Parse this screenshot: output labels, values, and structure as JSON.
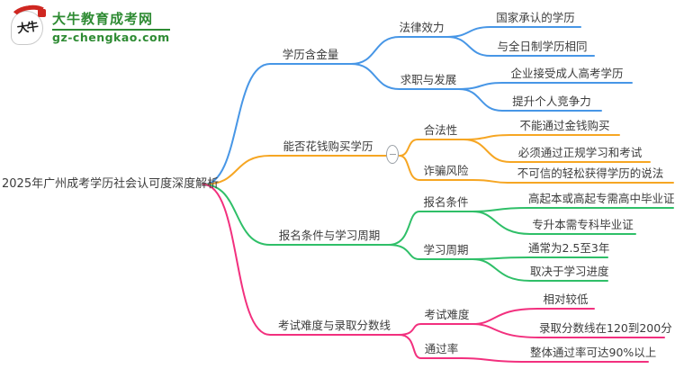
{
  "logo": {
    "bubble_text": "大牛",
    "site_name": "大牛教育成考网",
    "site_url": "gz-chengkao.com"
  },
  "colors": {
    "blue": "#4796e6",
    "orange": "#f6a623",
    "green": "#2fbf68",
    "pink": "#f2307e",
    "text": "#3c3c3c",
    "gray": "#9aa0a6",
    "brand_green": "#2e8b33",
    "brand_red": "#cf2721"
  },
  "mindmap": {
    "root": "2025年广州成考学历社会认可度深度解析",
    "collapse_icon": "minus",
    "branches": [
      {
        "label": "学历含金量",
        "color": "blue",
        "children": [
          {
            "label": "法律效力",
            "children": [
              {
                "label": "国家承认的学历"
              },
              {
                "label": "与全日制学历相同"
              }
            ]
          },
          {
            "label": "求职与发展",
            "children": [
              {
                "label": "企业接受成人高考学历"
              },
              {
                "label": "提升个人竞争力"
              }
            ]
          }
        ]
      },
      {
        "label": "能否花钱购买学历",
        "color": "orange",
        "children": [
          {
            "label": "合法性",
            "children": [
              {
                "label": "不能通过金钱购买"
              },
              {
                "label": "必须通过正规学习和考试"
              }
            ]
          },
          {
            "label": "诈骗风险",
            "children": [
              {
                "label": "不可信的轻松获得学历的说法"
              }
            ]
          }
        ]
      },
      {
        "label": "报名条件与学习周期",
        "color": "green",
        "children": [
          {
            "label": "报名条件",
            "children": [
              {
                "label": "高起本或高起专需高中毕业证"
              },
              {
                "label": "专升本需专科毕业证"
              }
            ]
          },
          {
            "label": "学习周期",
            "children": [
              {
                "label": "通常为2.5至3年"
              },
              {
                "label": "取决于学习进度"
              }
            ]
          }
        ]
      },
      {
        "label": "考试难度与录取分数线",
        "color": "pink",
        "children": [
          {
            "label": "考试难度",
            "children": [
              {
                "label": "相对较低"
              },
              {
                "label": "录取分数线在120到200分"
              }
            ]
          },
          {
            "label": "通过率",
            "children": [
              {
                "label": "整体通过率可达90%以上"
              }
            ]
          }
        ]
      }
    ]
  }
}
